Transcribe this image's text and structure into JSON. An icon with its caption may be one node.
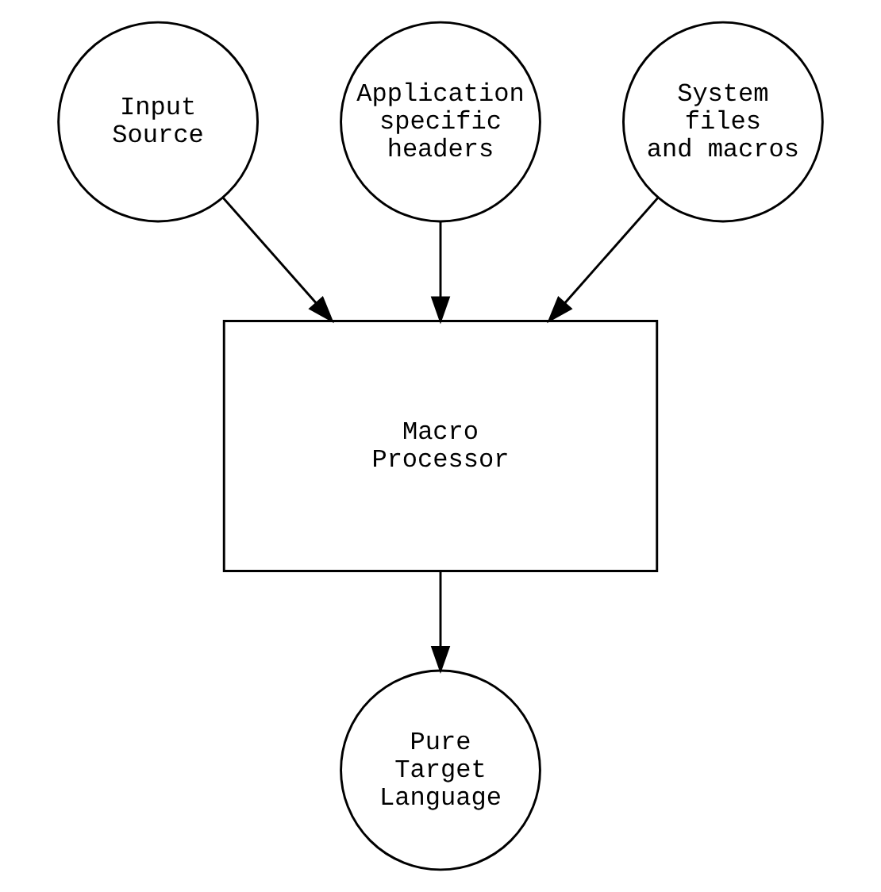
{
  "diagram": {
    "nodes": [
      {
        "text": [
          "Input Source"
        ]
      },
      {
        "text": [
          "Application specific headers"
        ]
      },
      {
        "text": [
          "System files and macros"
        ]
      },
      {
        "text": [
          "Macro Processor"
        ]
      },
      {
        "text": [
          "Pure Target Language"
        ]
      }
    ],
    "edges": [
      {
        "from": 0,
        "to": 3,
        "arrow": "to"
      },
      {
        "from": 1,
        "to": 3,
        "arrow": "to"
      },
      {
        "from": 2,
        "to": 3,
        "arrow": "to"
      },
      {
        "from": 3,
        "to": 4,
        "arrow": "to"
      }
    ]
  }
}
